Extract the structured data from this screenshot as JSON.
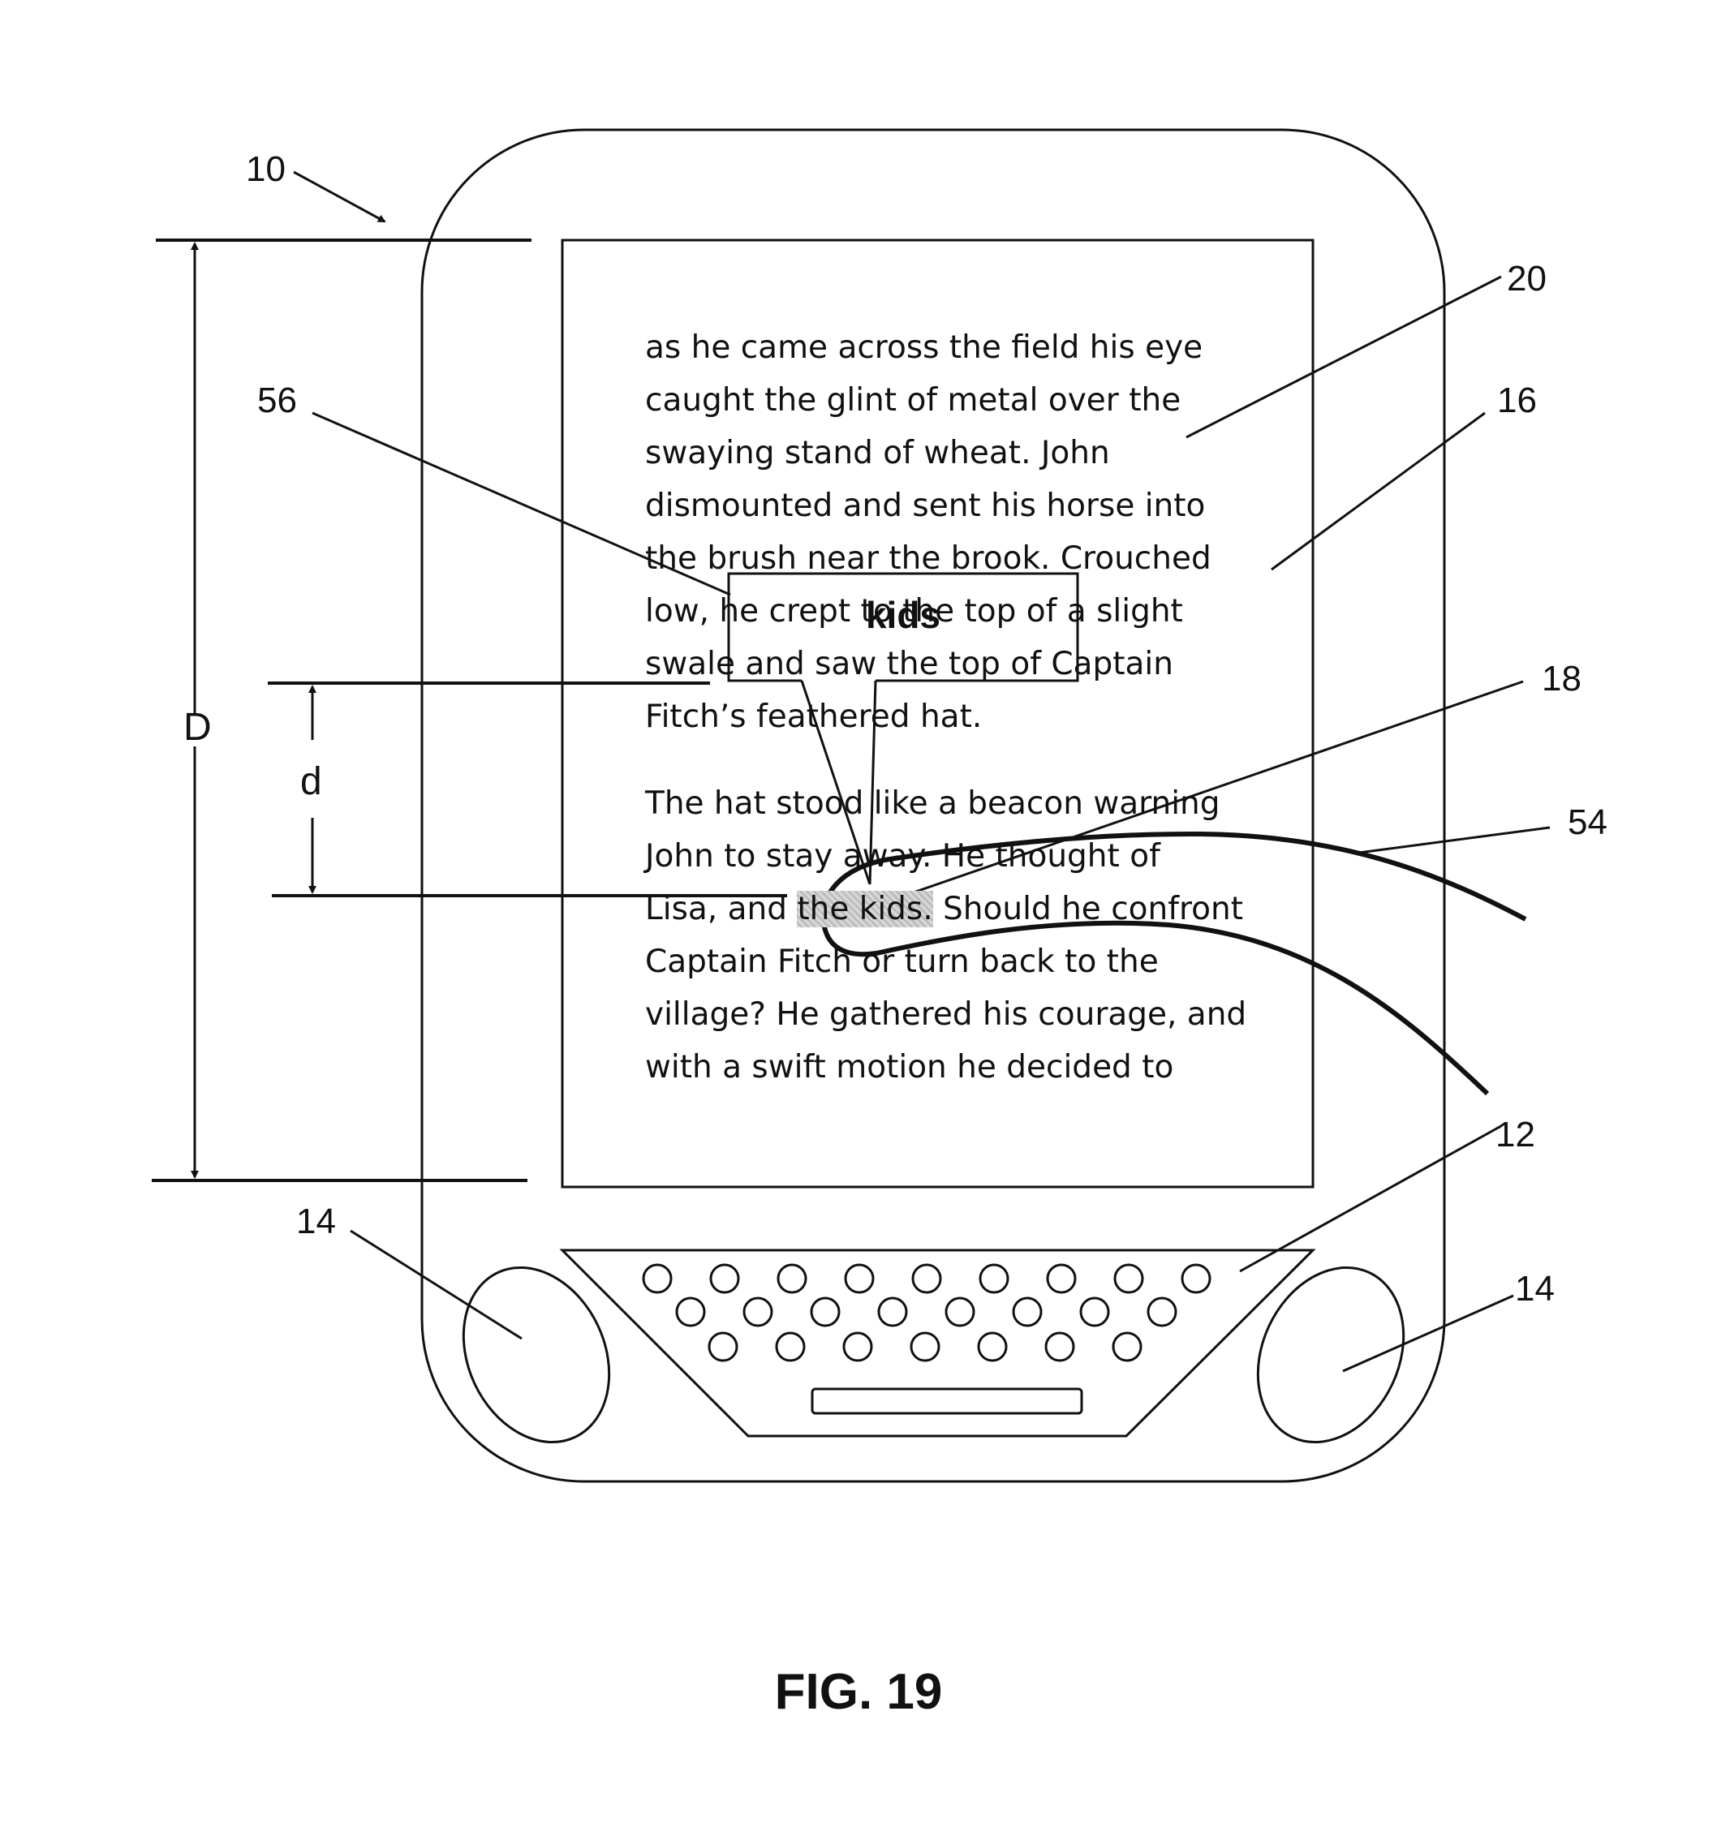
{
  "page_text": {
    "paragraph1": [
      "as he came across the field his eye",
      "caught the glint of metal over the",
      "swaying stand of wheat.  John",
      "dismounted and sent his horse into",
      "the brush near the brook.  Crouched",
      "low, he crept to the top of a slight",
      "swale and saw the top of Captain",
      "Fitch’s feathered hat."
    ],
    "paragraph2": {
      "line1": "The hat stood like a beacon warning",
      "line2": "John to stay away.  He thought of",
      "line3_before": "Lisa, and ",
      "line3_highlight": "the kids.",
      "line3_after": "  Should he confront",
      "line4": "Captain Fitch or turn back to the",
      "line5": "village?  He gathered his courage, and",
      "line6": "with a swift motion he decided to"
    }
  },
  "popup": {
    "word": "kids"
  },
  "reference_labels": {
    "device": "10",
    "text_content": "20",
    "display": "16",
    "callout": "56",
    "selected_word": "18",
    "finger": "54",
    "keypad": "12",
    "button_left": "14",
    "button_right": "14"
  },
  "dimensions": {
    "D": "D",
    "d": "d"
  },
  "caption": "FIG. 19"
}
